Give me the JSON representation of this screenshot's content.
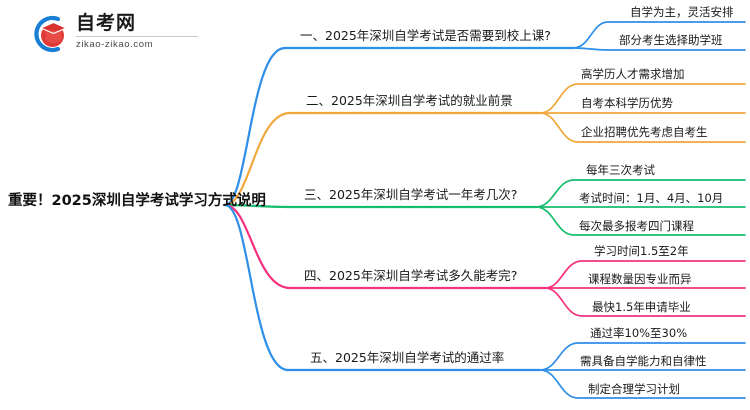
{
  "logo": {
    "name_cn": "自考网",
    "name_en": "zikao-zikao.com",
    "mark_icon": "graduation-cap-icon",
    "arc_color": "#1a7fd4",
    "cap_color": "#e03a36"
  },
  "mindmap": {
    "root": {
      "label": "重要！2025深圳自学考试学习方式说明"
    },
    "branches": [
      {
        "label": "一、2025年深圳自学考试是否需要到校上课?",
        "color": "#2e8fe8",
        "children": [
          {
            "label": "自学为主，灵活安排"
          },
          {
            "label": "部分考生选择助学班"
          }
        ]
      },
      {
        "label": "二、2025年深圳自学考试的就业前景",
        "color": "#f0a83c",
        "children": [
          {
            "label": "高学历人才需求增加"
          },
          {
            "label": "自考本科学历优势"
          },
          {
            "label": "企业招聘优先考虑自考生"
          }
        ]
      },
      {
        "label": "三、2025年深圳自学考试一年考几次?",
        "color": "#17bd6e",
        "children": [
          {
            "label": "每年三次考试"
          },
          {
            "label": "考试时间：1月、4月、10月"
          },
          {
            "label": "每次最多报考四门课程"
          }
        ]
      },
      {
        "label": "四、2025年深圳自学考试多久能考完?",
        "color": "#f5307e",
        "children": [
          {
            "label": "学习时间1.5至2年"
          },
          {
            "label": "课程数量因专业而异"
          },
          {
            "label": "最快1.5年申请毕业"
          }
        ]
      },
      {
        "label": "五、2025年深圳自学考试的通过率",
        "color": "#2e8fe8",
        "children": [
          {
            "label": "通过率10%至30%"
          },
          {
            "label": "需具备自学能力和自律性"
          },
          {
            "label": "制定合理学习计划"
          }
        ]
      }
    ]
  }
}
